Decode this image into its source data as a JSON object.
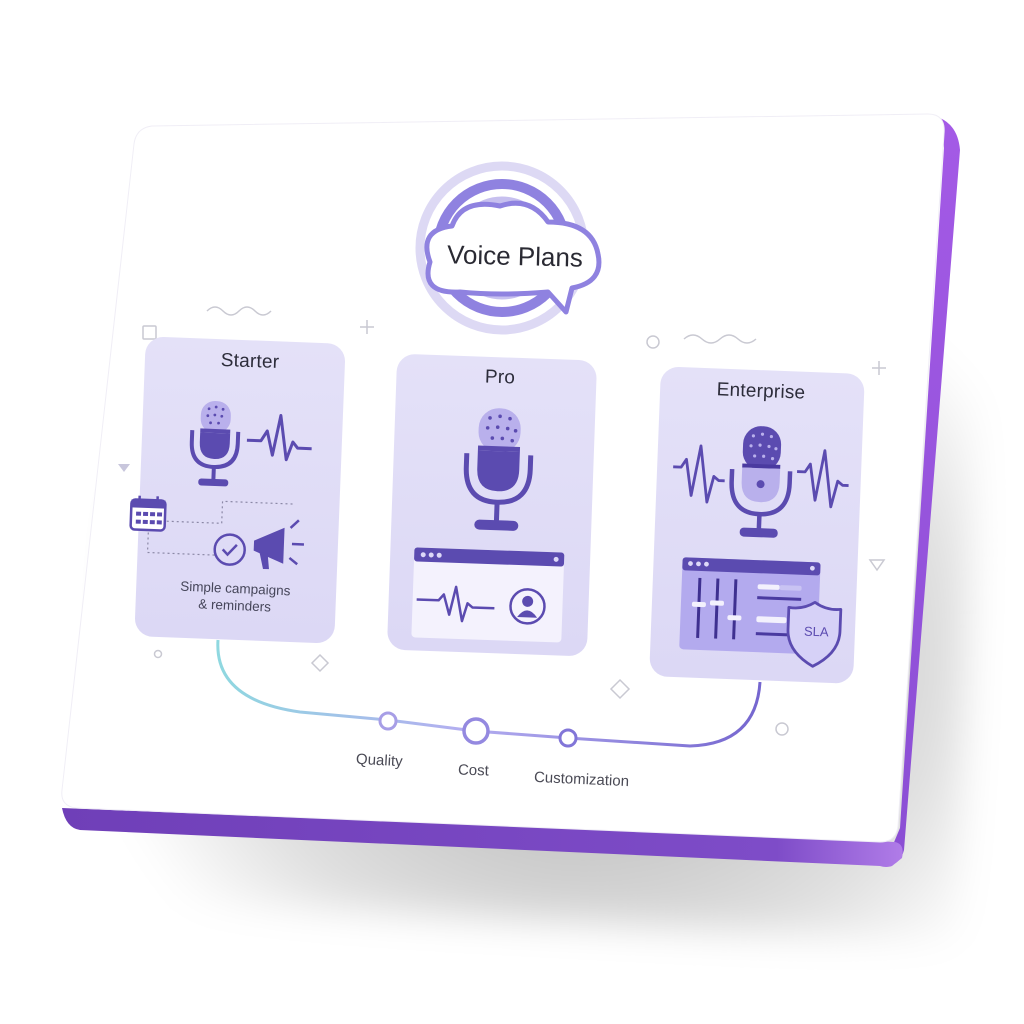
{
  "header": {
    "title": "Voice Plans",
    "title_icon": "speech-cloud-icon"
  },
  "plans": [
    {
      "name": "Starter",
      "icons": [
        "microphone-icon",
        "waveform-icon",
        "calendar-icon",
        "check-circle-icon",
        "megaphone-icon"
      ],
      "caption_line1": "Simple campaigns",
      "caption_line2": "& reminders"
    },
    {
      "name": "Pro",
      "icons": [
        "microphone-icon",
        "browser-window-icon",
        "waveform-icon",
        "user-avatar-icon"
      ]
    },
    {
      "name": "Enterprise",
      "icons": [
        "waveform-icon",
        "microphone-icon",
        "waveform-icon",
        "mixer-sliders-icon",
        "shield-icon"
      ],
      "badge": "SLA"
    }
  ],
  "timeline": {
    "stops": [
      {
        "label": "Quality"
      },
      {
        "label": "Cost"
      },
      {
        "label": "Customization"
      }
    ]
  },
  "colors": {
    "accent": "#5b4bb0",
    "accent_light": "#9a8ee0",
    "card_bg": "#e6e3f8",
    "edge_purple": "#7d4bc4",
    "edge_purple_light": "#a25ce0",
    "teal": "#8ed6e0"
  }
}
